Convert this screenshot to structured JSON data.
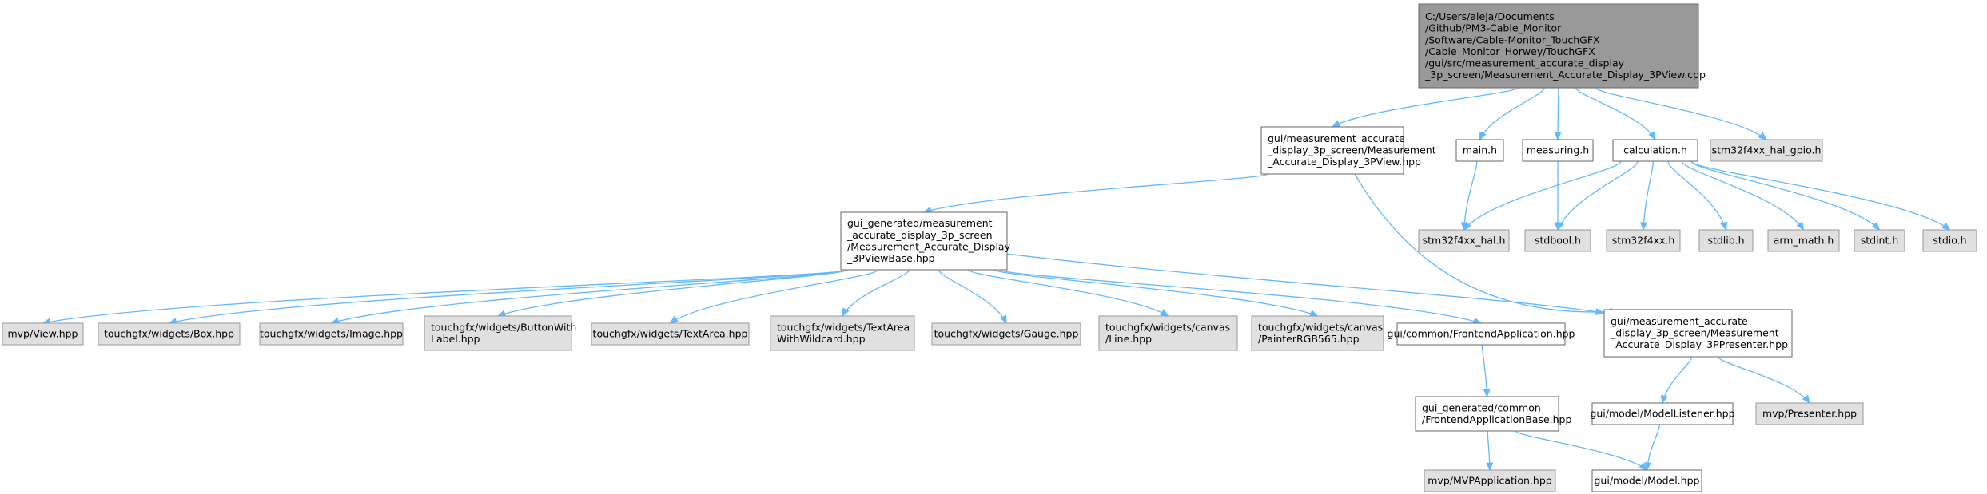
{
  "graph": {
    "colors": {
      "edge": "#63b8ff",
      "root_fill": "#999999",
      "doc_fill": "#ffffff",
      "ext_fill": "#e0e0e0",
      "border": "#666666"
    },
    "nodes": [
      {
        "id": "root",
        "kind": "root",
        "lines": [
          "C:/Users/aleja/Documents",
          "/Github/PM3-Cable_Monitor",
          "/Software/Cable-Monitor_TouchGFX",
          "/Cable_Monitor_Horwey/TouchGFX",
          "/gui/src/measurement_accurate_display",
          "_3p_screen/Measurement_Accurate_Display_3PView.cpp"
        ]
      },
      {
        "id": "view_hpp",
        "kind": "doc",
        "lines": [
          "gui/measurement_accurate",
          "_display_3p_screen/Measurement",
          "_Accurate_Display_3PView.hpp"
        ]
      },
      {
        "id": "main_h",
        "kind": "doc",
        "lines": [
          "main.h"
        ]
      },
      {
        "id": "measuring_h",
        "kind": "doc",
        "lines": [
          "measuring.h"
        ]
      },
      {
        "id": "calculation_h",
        "kind": "doc",
        "lines": [
          "calculation.h"
        ]
      },
      {
        "id": "hal_gpio",
        "kind": "ext",
        "lines": [
          "stm32f4xx_hal_gpio.h"
        ]
      },
      {
        "id": "viewbase",
        "kind": "doc",
        "lines": [
          "gui_generated/measurement",
          "_accurate_display_3p_screen",
          "/Measurement_Accurate_Display",
          "_3PViewBase.hpp"
        ]
      },
      {
        "id": "hal_h",
        "kind": "ext",
        "lines": [
          "stm32f4xx_hal.h"
        ]
      },
      {
        "id": "stdbool",
        "kind": "ext",
        "lines": [
          "stdbool.h"
        ]
      },
      {
        "id": "stm32f4xx",
        "kind": "ext",
        "lines": [
          "stm32f4xx.h"
        ]
      },
      {
        "id": "stdlib",
        "kind": "ext",
        "lines": [
          "stdlib.h"
        ]
      },
      {
        "id": "arm_math",
        "kind": "ext",
        "lines": [
          "arm_math.h"
        ]
      },
      {
        "id": "stdint",
        "kind": "ext",
        "lines": [
          "stdint.h"
        ]
      },
      {
        "id": "stdio",
        "kind": "ext",
        "lines": [
          "stdio.h"
        ]
      },
      {
        "id": "mvp_view",
        "kind": "ext",
        "lines": [
          "mvp/View.hpp"
        ]
      },
      {
        "id": "box",
        "kind": "ext",
        "lines": [
          "touchgfx/widgets/Box.hpp"
        ]
      },
      {
        "id": "image",
        "kind": "ext",
        "lines": [
          "touchgfx/widgets/Image.hpp"
        ]
      },
      {
        "id": "buttonlabel",
        "kind": "ext",
        "lines": [
          "touchgfx/widgets/ButtonWith",
          "Label.hpp"
        ]
      },
      {
        "id": "textarea",
        "kind": "ext",
        "lines": [
          "touchgfx/widgets/TextArea.hpp"
        ]
      },
      {
        "id": "textwild",
        "kind": "ext",
        "lines": [
          "touchgfx/widgets/TextArea",
          "WithWildcard.hpp"
        ]
      },
      {
        "id": "gauge",
        "kind": "ext",
        "lines": [
          "touchgfx/widgets/Gauge.hpp"
        ]
      },
      {
        "id": "line",
        "kind": "ext",
        "lines": [
          "touchgfx/widgets/canvas",
          "/Line.hpp"
        ]
      },
      {
        "id": "painter",
        "kind": "ext",
        "lines": [
          "touchgfx/widgets/canvas",
          "/PainterRGB565.hpp"
        ]
      },
      {
        "id": "frontend",
        "kind": "doc",
        "lines": [
          "gui/common/FrontendApplication.hpp"
        ]
      },
      {
        "id": "presenter",
        "kind": "doc",
        "lines": [
          "gui/measurement_accurate",
          "_display_3p_screen/Measurement",
          "_Accurate_Display_3PPresenter.hpp"
        ]
      },
      {
        "id": "frontendbase",
        "kind": "doc",
        "lines": [
          "gui_generated/common",
          "/FrontendApplicationBase.hpp"
        ]
      },
      {
        "id": "modellistener",
        "kind": "doc",
        "lines": [
          "gui/model/ModelListener.hpp"
        ]
      },
      {
        "id": "mvp_presenter",
        "kind": "ext",
        "lines": [
          "mvp/Presenter.hpp"
        ]
      },
      {
        "id": "mvpapp",
        "kind": "ext",
        "lines": [
          "mvp/MVPApplication.hpp"
        ]
      },
      {
        "id": "model",
        "kind": "doc",
        "lines": [
          "gui/model/Model.hpp"
        ]
      }
    ],
    "edges": [
      [
        "root",
        "view_hpp"
      ],
      [
        "root",
        "main_h"
      ],
      [
        "root",
        "measuring_h"
      ],
      [
        "root",
        "calculation_h"
      ],
      [
        "root",
        "hal_gpio"
      ],
      [
        "view_hpp",
        "viewbase"
      ],
      [
        "view_hpp",
        "presenter"
      ],
      [
        "main_h",
        "hal_h"
      ],
      [
        "measuring_h",
        "stdbool"
      ],
      [
        "calculation_h",
        "hal_h"
      ],
      [
        "calculation_h",
        "stdbool"
      ],
      [
        "calculation_h",
        "stm32f4xx"
      ],
      [
        "calculation_h",
        "stdlib"
      ],
      [
        "calculation_h",
        "arm_math"
      ],
      [
        "calculation_h",
        "stdint"
      ],
      [
        "calculation_h",
        "stdio"
      ],
      [
        "viewbase",
        "mvp_view"
      ],
      [
        "viewbase",
        "box"
      ],
      [
        "viewbase",
        "image"
      ],
      [
        "viewbase",
        "buttonlabel"
      ],
      [
        "viewbase",
        "textarea"
      ],
      [
        "viewbase",
        "textwild"
      ],
      [
        "viewbase",
        "gauge"
      ],
      [
        "viewbase",
        "line"
      ],
      [
        "viewbase",
        "painter"
      ],
      [
        "viewbase",
        "frontend"
      ],
      [
        "viewbase",
        "presenter"
      ],
      [
        "frontend",
        "frontendbase"
      ],
      [
        "frontendbase",
        "mvpapp"
      ],
      [
        "frontendbase",
        "model"
      ],
      [
        "presenter",
        "modellistener"
      ],
      [
        "presenter",
        "mvp_presenter"
      ],
      [
        "modellistener",
        "model"
      ]
    ]
  }
}
